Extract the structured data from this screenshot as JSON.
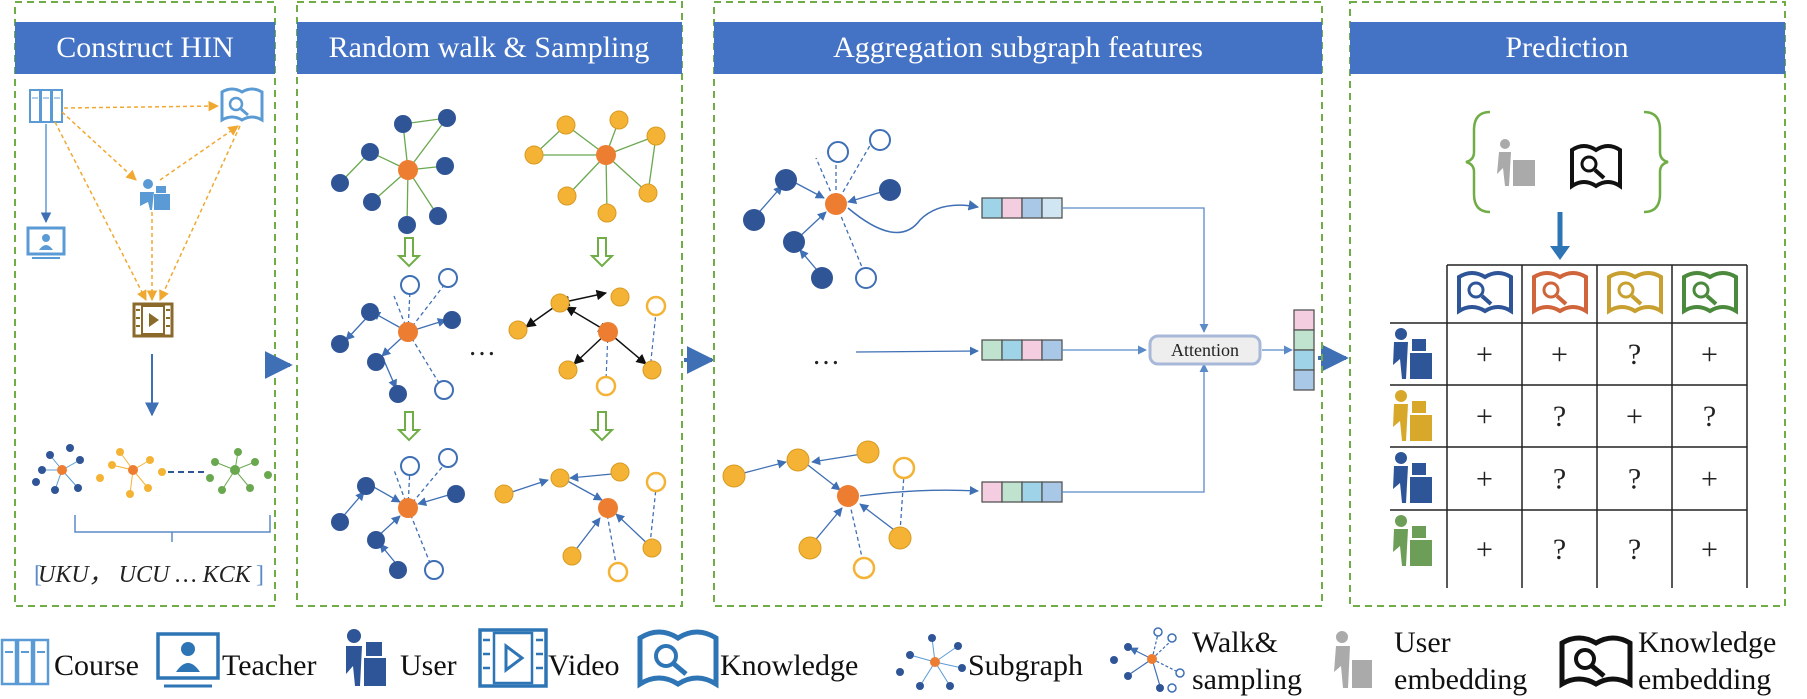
{
  "panels": {
    "construct": {
      "title": "Construct HIN",
      "metapath_text": "UKU， UCU … KCK"
    },
    "walk": {
      "title": "Random walk & Sampling",
      "ellipsis": "…"
    },
    "aggregate": {
      "title": "Aggregation subgraph features",
      "ellipsis": "…",
      "attention_label": "Attention"
    },
    "prediction": {
      "title": "Prediction"
    }
  },
  "prediction_matrix": {
    "knowledge_colors": [
      "#2e5597",
      "#d0643a",
      "#c8a030",
      "#4b8a3c"
    ],
    "user_colors": [
      "#2e5597",
      "#d8a82a",
      "#2e5597",
      "#6d9e58"
    ],
    "rows": [
      [
        "+",
        "+",
        "?",
        "+"
      ],
      [
        "+",
        "?",
        "+",
        "?"
      ],
      [
        "+",
        "?",
        "?",
        "+"
      ],
      [
        "+",
        "?",
        "?",
        "+"
      ]
    ]
  },
  "legend": {
    "course": "Course",
    "teacher": "Teacher",
    "user": "User",
    "video": "Video",
    "knowledge": "Knowledge",
    "subgraph": "Subgraph",
    "walk_line1": "Walk&",
    "walk_line2": "sampling",
    "user_emb_line1": "User",
    "user_emb_line2": "embedding",
    "know_emb_line1": "Knowledge",
    "know_emb_line2": "embedding"
  },
  "colors": {
    "header_bg": "#4472c4",
    "panel_border": "#70ad47",
    "node_blue": "#2f5597",
    "node_orange_center": "#ed7d31",
    "node_yellow": "#f5b335",
    "arrow_blue": "#3f6fb4",
    "green_arrow": "#70ad47"
  }
}
